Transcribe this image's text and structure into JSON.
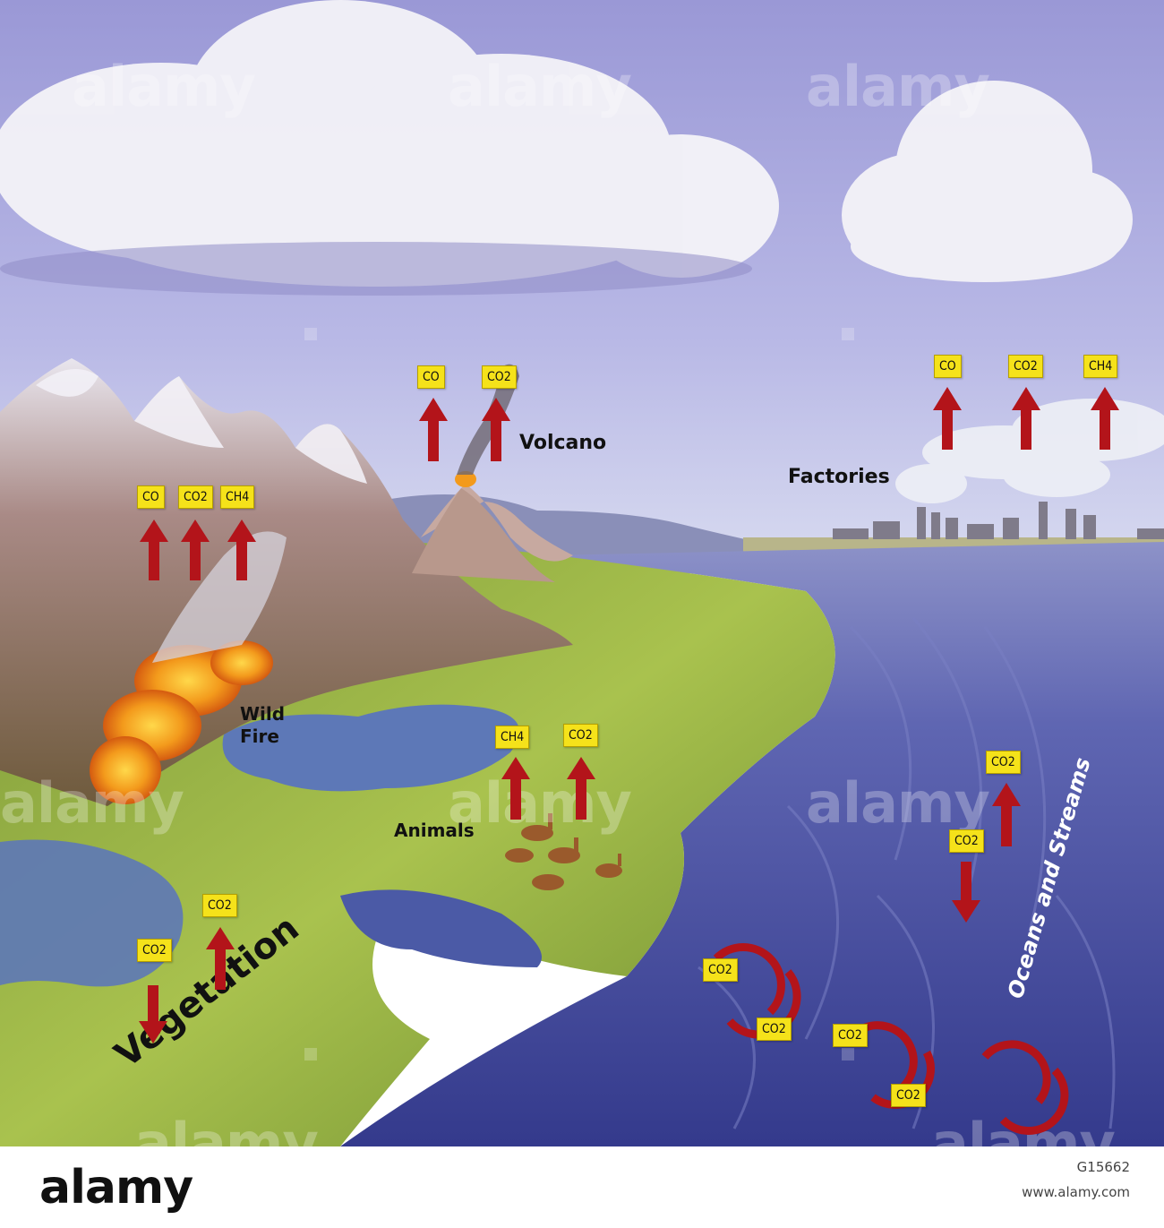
{
  "labels": {
    "volcano": "Volcano",
    "factories": "Factories",
    "wild_fire_line1": "Wild",
    "wild_fire_line2": "Fire",
    "animals": "Animals",
    "vegetation": "Vegetation",
    "oceans": "Oceans and Streams"
  },
  "chips": {
    "mountain_co": "CO",
    "mountain_co2": "CO2",
    "mountain_ch4": "CH4",
    "volcano_co": "CO",
    "volcano_co2": "CO2",
    "factory_co": "CO",
    "factory_co2": "CO2",
    "factory_ch4": "CH4",
    "animals_ch4": "CH4",
    "animals_co2": "CO2",
    "veg_co2_up": "CO2",
    "veg_co2_down": "CO2",
    "ocean_co2_up": "CO2",
    "ocean_co2_down": "CO2",
    "cycle1_a": "CO2",
    "cycle1_b": "CO2",
    "cycle2_a": "CO2",
    "cycle2_b": "CO2"
  },
  "watermark": {
    "text": "alamy"
  },
  "footer": {
    "logo": "alamy",
    "image_id": "G15662",
    "url": "www.alamy.com"
  },
  "colors": {
    "chip": "#f5e21a",
    "arrow": "#b3141a",
    "sky": "#a7a6dd",
    "ocean": "#4d55a8"
  }
}
